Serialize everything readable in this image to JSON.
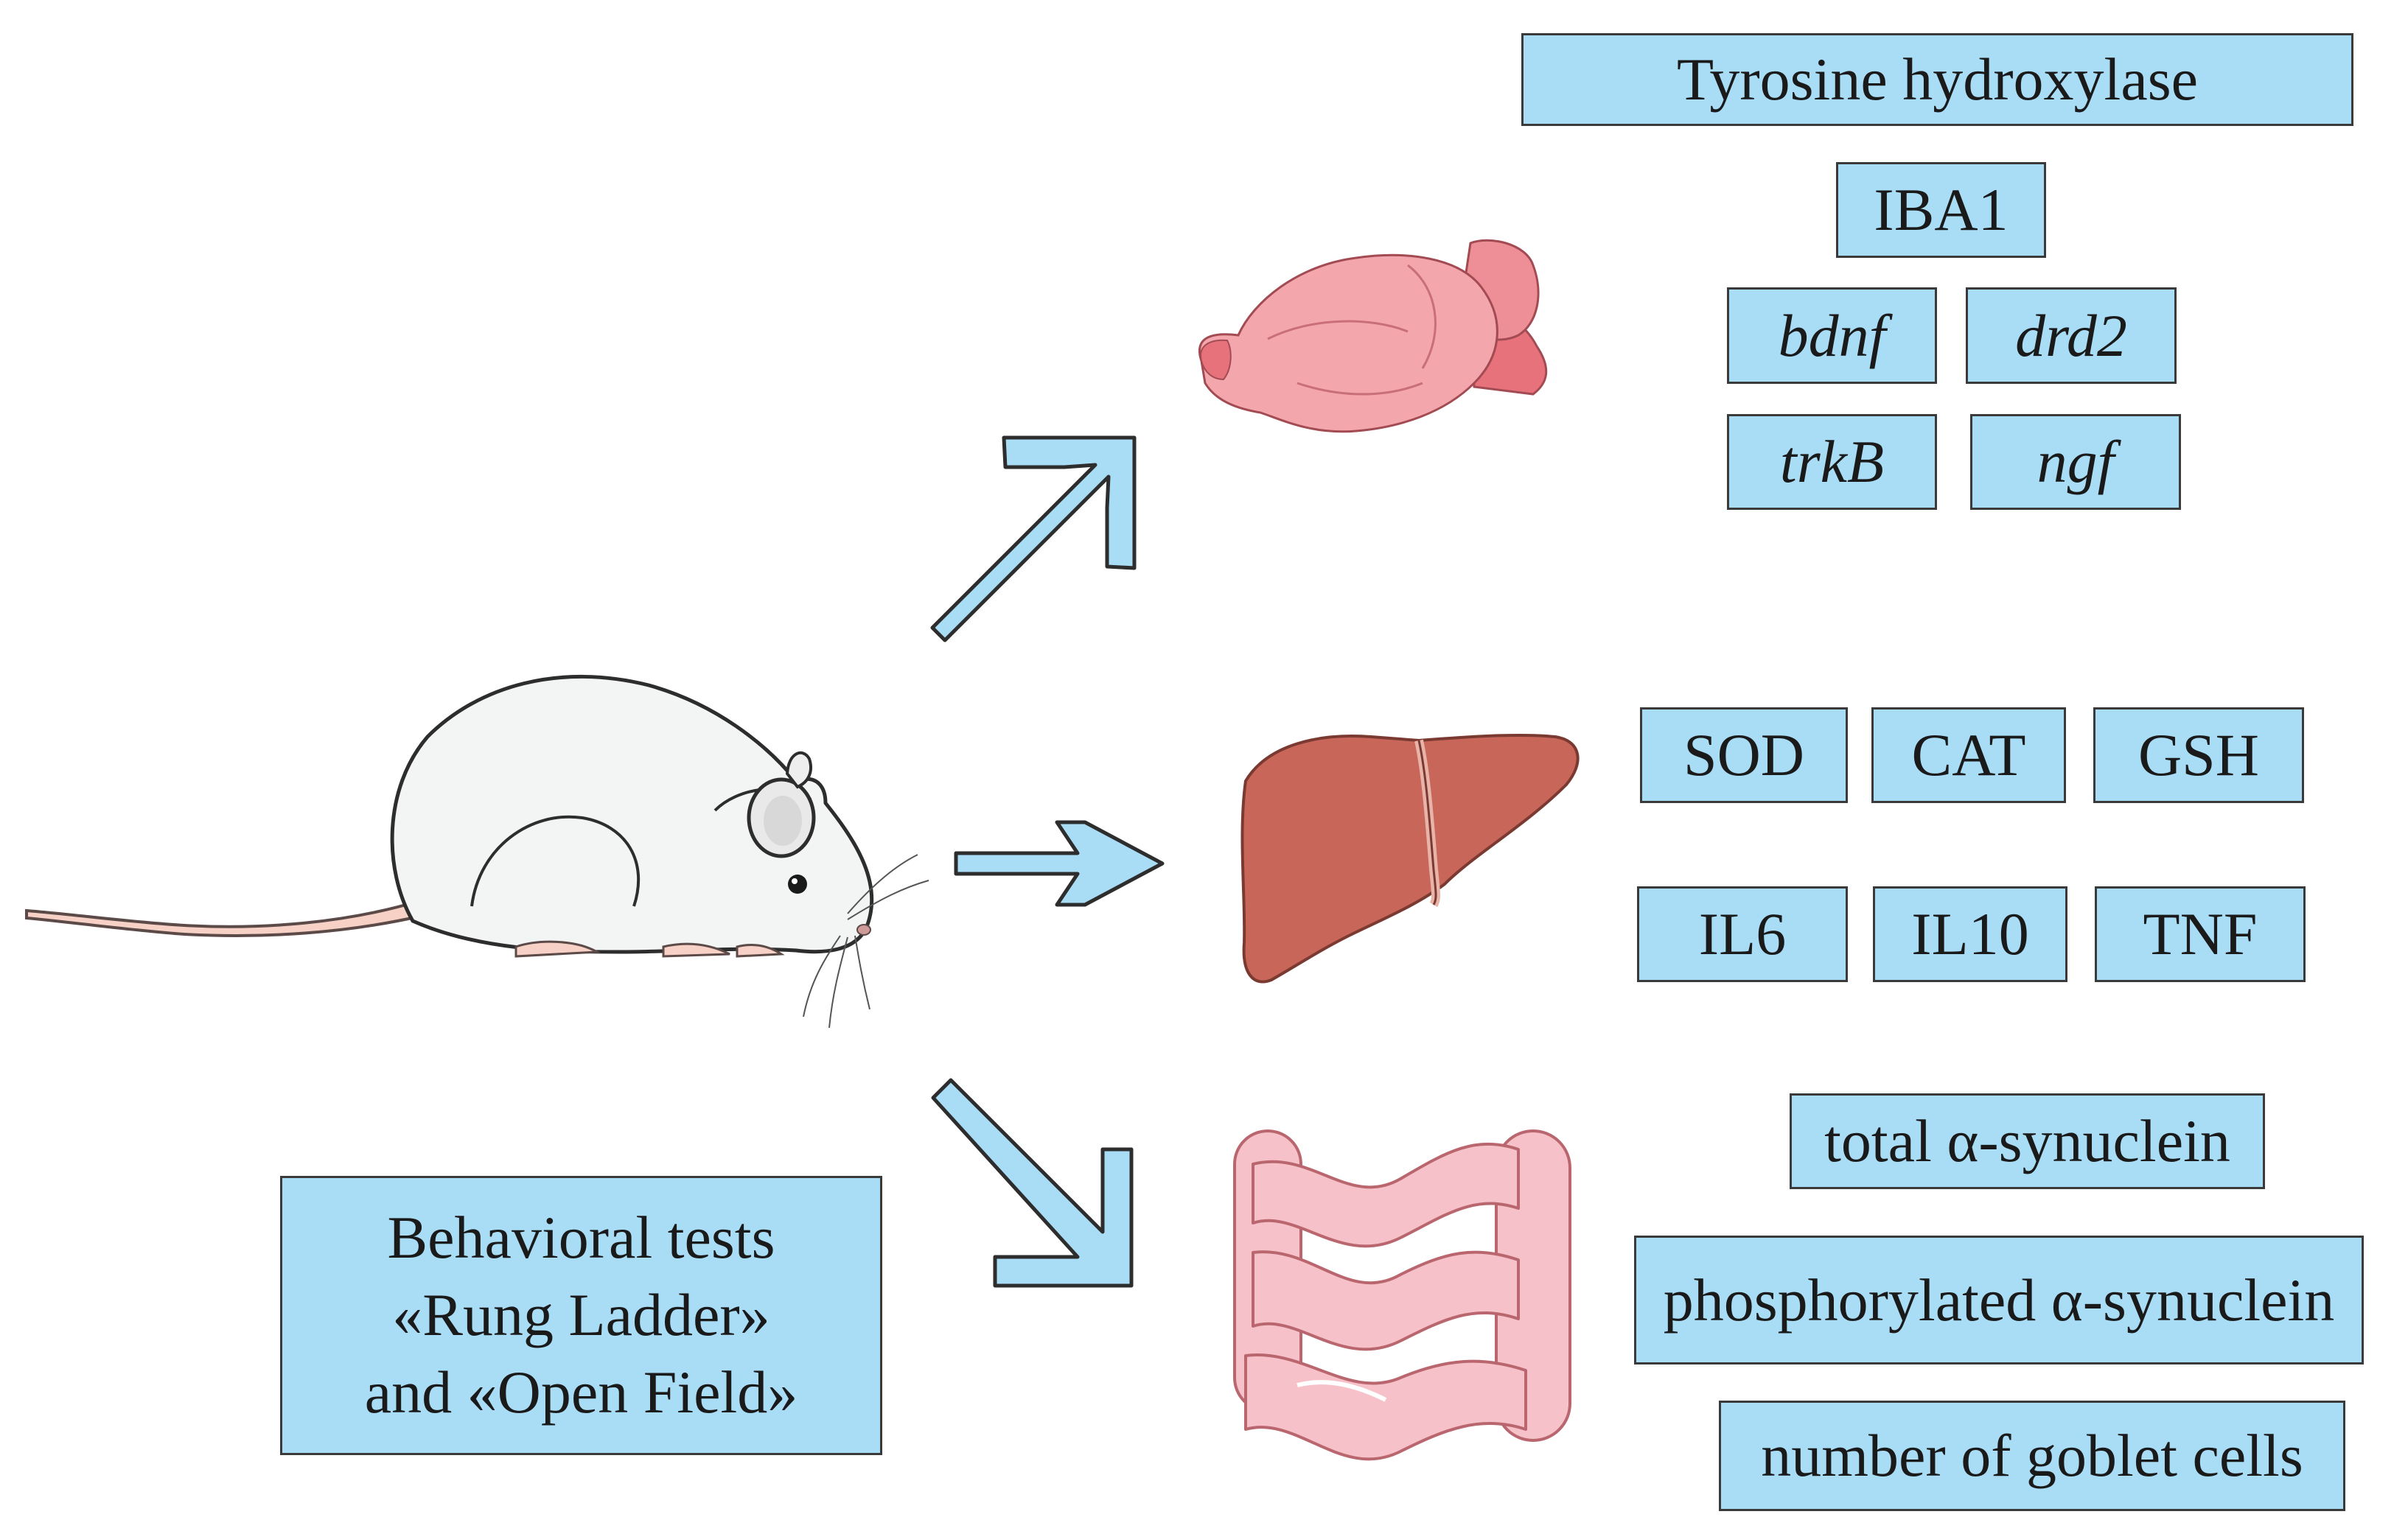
{
  "colors": {
    "box_fill": "#a9dcf5",
    "box_border": "#3a3a3a",
    "arrow_fill": "#a9dcf5",
    "brain": "#f4a6ad",
    "liver": "#c9665a",
    "intestine": "#f6c1c8",
    "mouse_body": "#f3f4f4"
  },
  "brain_markers": {
    "tyrosine_hydroxylase": "Tyrosine hydroxylase",
    "iba1": "IBA1",
    "bdnf": "bdnf",
    "drd2": "drd2",
    "trkb": "trkB",
    "ngf": "ngf"
  },
  "liver_markers": {
    "sod": "SOD",
    "cat": "CAT",
    "gsh": "GSH",
    "il6": "IL6",
    "il10": "IL10",
    "tnf": "TNF"
  },
  "intestine_markers": {
    "total_synuclein": "total α-synuclein",
    "phospho_synuclein": "phosphorylated α-synuclein",
    "goblet_cells": "number of goblet cells"
  },
  "behavior": {
    "line1": "Behavioral tests",
    "line2": "«Rung Ladder»",
    "line3": "and «Open Field»"
  },
  "icons": [
    "mouse-icon",
    "brain-icon",
    "liver-icon",
    "intestine-icon",
    "arrow-icon"
  ]
}
